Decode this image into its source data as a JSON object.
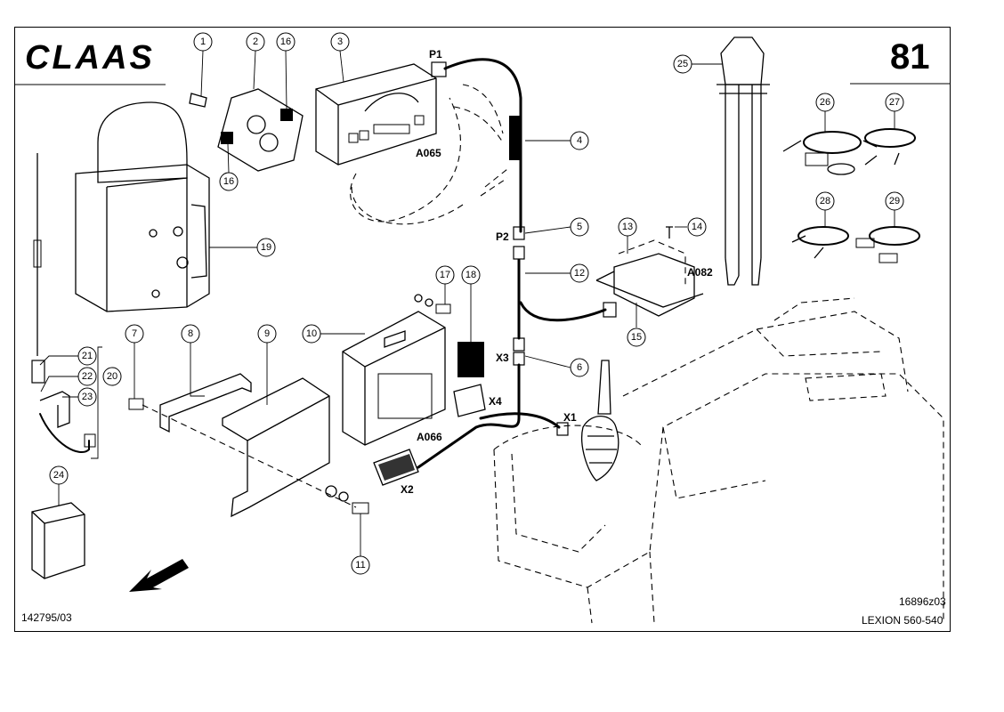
{
  "brand": "CLAAS",
  "page_number": "81",
  "drawing_code": "16896z03",
  "model": "LEXION 560-540",
  "reference": "142795/03",
  "callouts": [
    {
      "id": "c1",
      "num": "1"
    },
    {
      "id": "c2",
      "num": "2"
    },
    {
      "id": "c16a",
      "num": "16"
    },
    {
      "id": "c3",
      "num": "3"
    },
    {
      "id": "c16b",
      "num": "16"
    },
    {
      "id": "c4",
      "num": "4"
    },
    {
      "id": "c5",
      "num": "5"
    },
    {
      "id": "c12",
      "num": "12"
    },
    {
      "id": "c13",
      "num": "13"
    },
    {
      "id": "c14",
      "num": "14"
    },
    {
      "id": "c15",
      "num": "15"
    },
    {
      "id": "c6",
      "num": "6"
    },
    {
      "id": "c17",
      "num": "17"
    },
    {
      "id": "c18",
      "num": "18"
    },
    {
      "id": "c10",
      "num": "10"
    },
    {
      "id": "c19",
      "num": "19"
    },
    {
      "id": "c7",
      "num": "7"
    },
    {
      "id": "c8",
      "num": "8"
    },
    {
      "id": "c9",
      "num": "9"
    },
    {
      "id": "c21",
      "num": "21"
    },
    {
      "id": "c22",
      "num": "22"
    },
    {
      "id": "c23",
      "num": "23"
    },
    {
      "id": "c20",
      "num": "20"
    },
    {
      "id": "c24",
      "num": "24"
    },
    {
      "id": "c11",
      "num": "11"
    },
    {
      "id": "c25",
      "num": "25"
    },
    {
      "id": "c26",
      "num": "26"
    },
    {
      "id": "c27",
      "num": "27"
    },
    {
      "id": "c28",
      "num": "28"
    },
    {
      "id": "c29",
      "num": "29"
    }
  ],
  "labels": {
    "p1": "P1",
    "p2": "P2",
    "x1": "X1",
    "x2": "X2",
    "x3": "X3",
    "x4": "X4",
    "a065": "A065",
    "a066": "A066",
    "a082": "A082"
  }
}
